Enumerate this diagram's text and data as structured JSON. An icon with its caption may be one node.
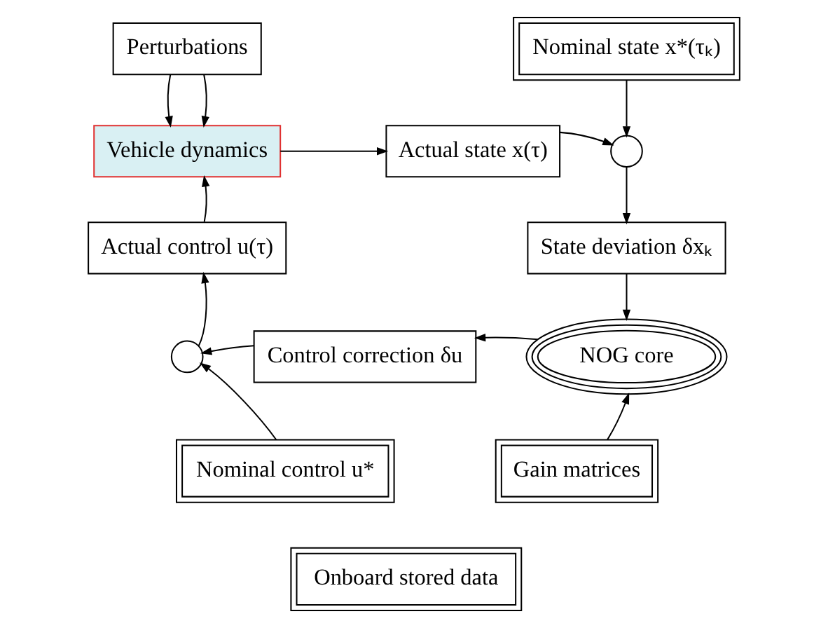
{
  "diagram": {
    "nodes": [
      {
        "text": [
          "Perturbations"
        ]
      },
      {
        "text": [
          "Vehicle dynamics"
        ]
      },
      {
        "text": [
          "Actual state x(τ)"
        ]
      },
      {
        "text": [
          "Nominal state x*(τₖ)"
        ]
      },
      {
        "text": [],
        "shape": "circle"
      },
      {
        "text": [
          "State deviation δxₖ"
        ]
      },
      {
        "text": [
          "NOG core"
        ]
      },
      {
        "text": [
          "Control correction δu"
        ]
      },
      {
        "text": [],
        "shape": "circle"
      },
      {
        "text": [
          "Actual control u(τ)"
        ]
      },
      {
        "text": [
          "Nominal control u*"
        ]
      },
      {
        "text": [
          "Gain matrices"
        ]
      },
      {
        "text": [
          "Onboard stored data"
        ]
      }
    ],
    "edges": [
      {
        "from": 0,
        "to": 1,
        "arrow": "to"
      },
      {
        "from": 0,
        "to": 1,
        "arrow": "to"
      },
      {
        "from": 1,
        "to": 2,
        "arrow": "to"
      },
      {
        "from": 2,
        "to": 4,
        "arrow": "to"
      },
      {
        "from": 3,
        "to": 4,
        "arrow": "to"
      },
      {
        "from": 4,
        "to": 5,
        "arrow": "to"
      },
      {
        "from": 5,
        "to": 6,
        "arrow": "to"
      },
      {
        "from": 11,
        "to": 6,
        "arrow": "to"
      },
      {
        "from": 6,
        "to": 7,
        "arrow": "to"
      },
      {
        "from": 7,
        "to": 8,
        "arrow": "to"
      },
      {
        "from": 10,
        "to": 8,
        "arrow": "to"
      },
      {
        "from": 8,
        "to": 9,
        "arrow": "to"
      },
      {
        "from": 9,
        "to": 1,
        "arrow": "to"
      }
    ]
  }
}
